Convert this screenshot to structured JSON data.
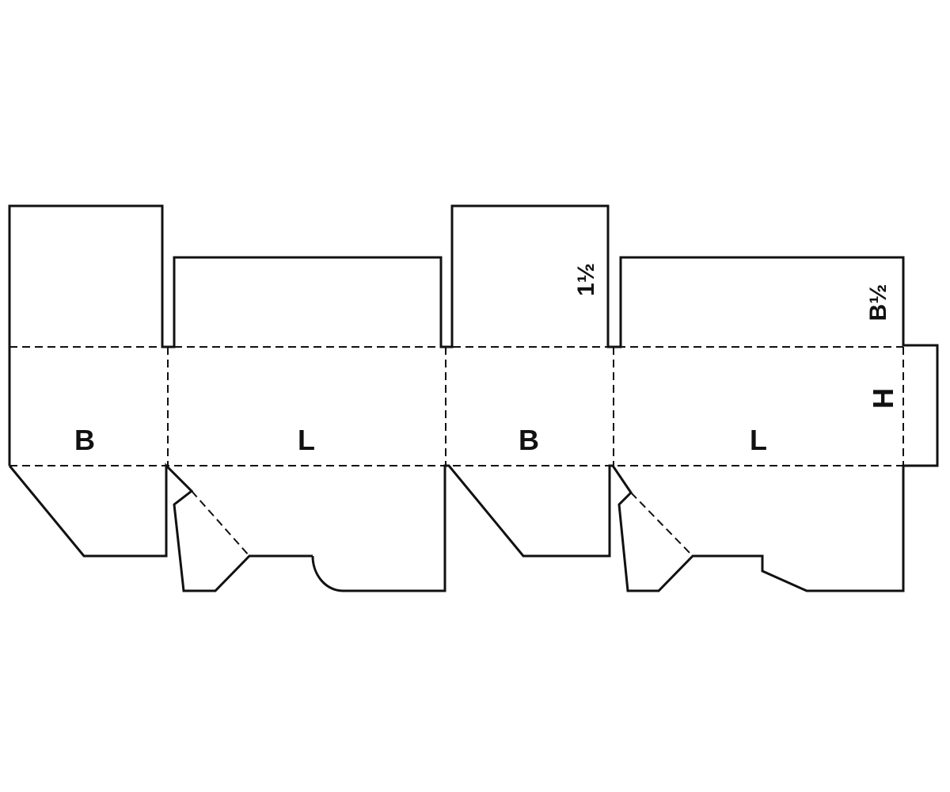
{
  "diagram": {
    "labels": {
      "panel_1": "B",
      "panel_2": "L",
      "panel_3": "B",
      "panel_4": "L",
      "glue_flap": "H",
      "top_flap_small": "1½",
      "top_flap_large": "B½"
    }
  }
}
